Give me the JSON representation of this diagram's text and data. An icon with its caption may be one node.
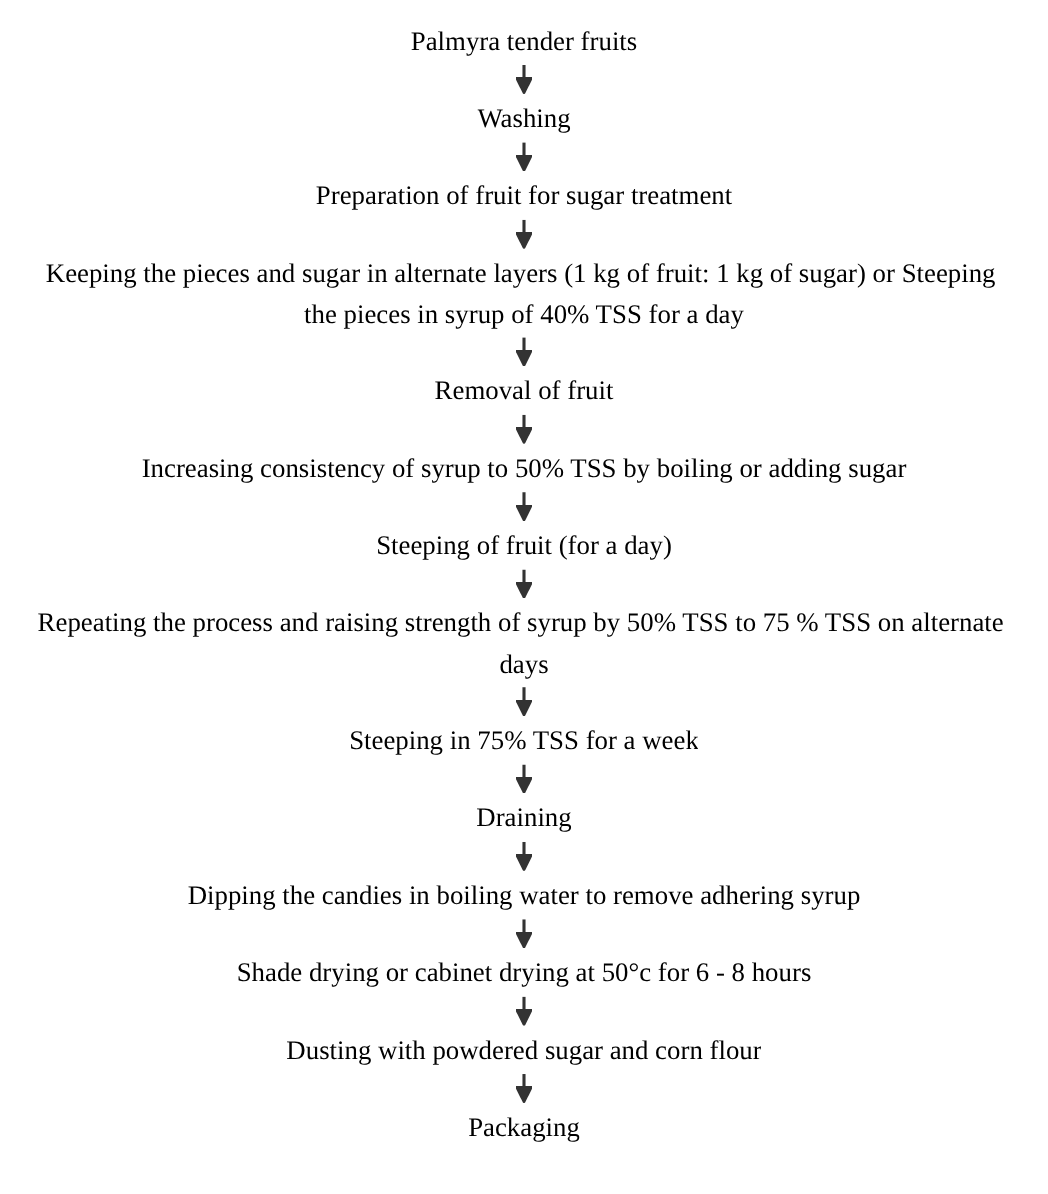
{
  "diagram": {
    "nodes": [
      {
        "text": [
          "Palmyra tender fruits"
        ]
      },
      {
        "text": [
          "Washing"
        ]
      },
      {
        "text": [
          "Preparation of fruit for sugar treatment"
        ]
      },
      {
        "text": [
          "Keeping the pieces and sugar in alternate layers (1 kg of fruit: 1 kg of sugar) or Steeping the pieces in syrup of 40% TSS for a day"
        ]
      },
      {
        "text": [
          "Removal of fruit"
        ]
      },
      {
        "text": [
          "Increasing consistency of syrup to 50% TSS by boiling or adding sugar"
        ]
      },
      {
        "text": [
          "Steeping of fruit (for a day)"
        ]
      },
      {
        "text": [
          "Repeating the process and raising strength of syrup by 50% TSS to 75 % TSS on alternate days"
        ]
      },
      {
        "text": [
          "Steeping in 75% TSS for a week"
        ]
      },
      {
        "text": [
          "Draining"
        ]
      },
      {
        "text": [
          "Dipping the candies in boiling water to remove adhering syrup"
        ]
      },
      {
        "text": [
          "Shade drying or cabinet drying at 50°c for 6 - 8 hours"
        ]
      },
      {
        "text": [
          "Dusting with powdered sugar and corn flour"
        ]
      },
      {
        "text": [
          "Packaging"
        ]
      }
    ],
    "edges": [
      {
        "from": 0,
        "to": 1,
        "arrow": "to"
      },
      {
        "from": 1,
        "to": 2,
        "arrow": "to"
      },
      {
        "from": 2,
        "to": 3,
        "arrow": "to"
      },
      {
        "from": 3,
        "to": 4,
        "arrow": "to"
      },
      {
        "from": 4,
        "to": 5,
        "arrow": "to"
      },
      {
        "from": 5,
        "to": 6,
        "arrow": "to"
      },
      {
        "from": 6,
        "to": 7,
        "arrow": "to"
      },
      {
        "from": 7,
        "to": 8,
        "arrow": "to"
      },
      {
        "from": 8,
        "to": 9,
        "arrow": "to"
      },
      {
        "from": 9,
        "to": 10,
        "arrow": "to"
      },
      {
        "from": 10,
        "to": 11,
        "arrow": "to"
      },
      {
        "from": 11,
        "to": 12,
        "arrow": "to"
      },
      {
        "from": 12,
        "to": 13,
        "arrow": "to"
      }
    ]
  }
}
